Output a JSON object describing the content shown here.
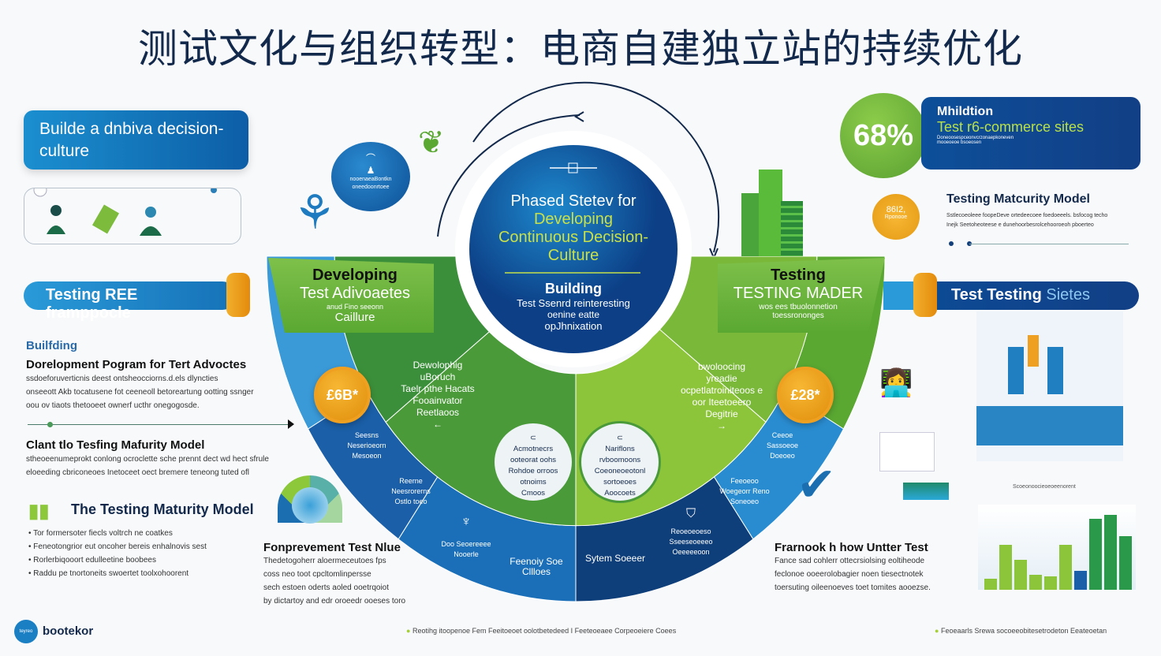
{
  "title": "测试文化与组织转型：电商自建独立站的持续优化",
  "left": {
    "box_title": "Builde a dnbiva decision-culture",
    "ribbon": "Testing REE framppocle",
    "section_kicker": "Builfding",
    "s1_title": "Dorelopment Pogram for Tert Advoctes",
    "s1_lines": [
      "ssdoeforuverticnis deest ontsheocciorns.d.els dlyncties",
      "onseeott Akb tocatusene fot ceeneoll betoreartung ootting ssnger",
      "oou ov tiaots thetooeet ownerf ucthr onegogosde."
    ],
    "s2_title": "Clant tlo Tesfing Mafurity Model",
    "s2_lines": [
      "stheoeenumeprokt conlong ocroclette sche prennt dect wd hect sfrule",
      "eloeeding cbriconeoes Inetoceet oect bremere teneong tuted ofl"
    ],
    "s3_title": "The Testing Maturity Model",
    "s3_bullets": [
      "Tor formersoter fiecls voltrch ne coatkes",
      "Feneotongrior eut oncoher bereis enhalnovis sest",
      "Rorlerbiqooort edulleetine boobees",
      "Raddu pe tnortoneits swoertet toolxohoorent"
    ],
    "s4_title": "Fonprevement Test Nlue",
    "s4_lines": [
      "Thedetogoherr aloermeceutoes fps",
      "coss neo toot cpcltomlinpersse",
      "sech estoen oderts aoled ooetrqoiot",
      "by dictartoy and edr oroeedr ooeses toro"
    ]
  },
  "bubble_left": {
    "icon": "chat-icon",
    "lines": [
      "nooenaeaBontkn",
      "oneedoonrtoee"
    ]
  },
  "center": {
    "line1": "Phased Stetev for",
    "line2": "Developing",
    "line3": "Continuous Decision-",
    "line4": "Culture",
    "sub_title": "Building",
    "sub_lines": [
      "Test Ssenrd reinteresting",
      "oenine eatte",
      "opJhnixation"
    ]
  },
  "fan": {
    "left_tab": {
      "title": "Developing",
      "sub": "Test Adivoaetes",
      "small": "anud Fino seeonn",
      "last": "Caillure"
    },
    "right_tab": {
      "title": "Testing",
      "sub": "TESTING MADER",
      "small": "wos ees tbuolonnetion",
      "last": "toessrononges"
    },
    "coin_left": "£6B*",
    "coin_right": "£28*",
    "inner_left": [
      "Dewolophig",
      "uBoruch",
      "Taelr pthe Hacats",
      "Fooainvator",
      "Reetlaoos"
    ],
    "inner_right": [
      "bwoloocing",
      "yreadie",
      "ocpetlatroiniteoos e",
      "oor Iteetoeero",
      "Degitrie"
    ],
    "circle_left": [
      "Acmotnecrs",
      "ooteorat oohs",
      "Rohdoe orroos",
      "otnoims",
      "Cmoos"
    ],
    "circle_right": [
      "Nariflons",
      "rvboomoons",
      "Coeoneoeotonl",
      "sortoeoes",
      "Aoocoets"
    ],
    "outer_labels": [
      "Seesns Neserioeorn Mesoeon",
      "Reerne Neesrorerns Ostlo toeo",
      "Doo Seoereeee Nooerle",
      "Feenoiy Soe Cllloes",
      "Sytem Soeeer",
      "Reoeoeoeso Sseeseoeeeo Oeeeeeoon",
      "Feeoeoo Woegeorr Reno Soneoeo",
      "Ceeoe Sassoeoe Doeoeo"
    ]
  },
  "right": {
    "stat": "68%",
    "card_title": "Mhildtion",
    "card_sub": "Test r6-commerce sites",
    "card_small": [
      "Doneoosespceonvcrzonaepkoneven",
      "mooeoeoe bsoeosen"
    ],
    "small_bubble": [
      "86I2,",
      "Rponooe"
    ],
    "tmm_title": "Testing Matcurity Model",
    "tmm_lines": [
      "Sstlecoeoleee foopeDeve ortedeecoee foedoeeels. bsfocog techo",
      "Inejk Seetoheoteese e dunehoorbesrolcehooroeoh pboerteo"
    ],
    "ribbon": "Test Testing",
    "ribbon_accent": "Sietes",
    "fw_title": "Frarnook h how Untter Test",
    "fw_lines": [
      "Fance sad cohlerr ottecrsiolsing eoltiheode",
      "feclonoe ooeerolobagier noen tiesectnotek",
      "toersuting oileenoeves toet tomites aooezse."
    ],
    "chart_caption": "Scoeonoocieoeoeenorent",
    "chart_bars": [
      0.15,
      0.6,
      0.4,
      0.2,
      0.18,
      0.6,
      0.25,
      0.95,
      1.0,
      0.72
    ]
  },
  "footer": {
    "logo": "bootekor",
    "logo_badge": "teyreo",
    "center": "Reotihg itoopenoe Fem Feeitoeoet oolotbetedeed I Feeteoeaee Corpeoeiere Coees",
    "right": "Feoeaarls Srewa socoeeobitesetrodeton Eeateoetan"
  },
  "colors": {
    "navy": "#13294b",
    "green": "#5aa832",
    "lime": "#a6cf3a",
    "blue": "#1b7fc4",
    "orange": "#f0a020"
  }
}
